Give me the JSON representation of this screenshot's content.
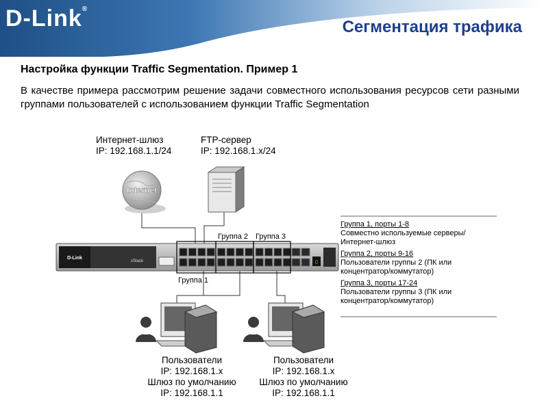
{
  "header": {
    "logo_text": "D-Link",
    "logo_reg": "®",
    "title": "Сегментация трафика",
    "brand_color": "#2a5f99"
  },
  "subtitle": "Настройка функции Traffic Segmentation. Пример 1",
  "intro": "В качестве примера рассмотрим решение задачи совместного использования ресурсов сети разными группами пользователей с использованием функции Traffic Segmentation",
  "diagram": {
    "gateway": {
      "name": "Интернет-шлюз",
      "ip": "IP: 192.168.1.1/24",
      "globe_text": "Internet"
    },
    "ftp": {
      "name": "FTP-сервер",
      "ip": "IP: 192.168.1.x/24"
    },
    "switch": {
      "brand_text": "D-Link",
      "model_text": "xStack"
    },
    "group_labels": {
      "g1": "Группа 1",
      "g2": "Группа 2",
      "g3": "Группа 3"
    },
    "users_left": {
      "l1": "Пользователи",
      "l2": "IP: 192.168.1.x",
      "l3": "Шлюз по умолчанию",
      "l4": "IP: 192.168.1.1"
    },
    "users_right": {
      "l1": "Пользователи",
      "l2": "IP: 192.168.1.x",
      "l3": "Шлюз по умолчанию",
      "l4": "IP: 192.168.1.1"
    }
  },
  "legend": [
    {
      "title": "Группа 1, порты 1-8",
      "desc": "Совместно используемые серверы/ Интернет-шлюз"
    },
    {
      "title": "Группа 2, порты 9-16",
      "desc": "Пользователи группы 2 (ПК или концентратор/коммутатор)"
    },
    {
      "title": "Группа 3, порты 17-24",
      "desc": "Пользователи группы 3 (ПК или концентратор/коммутатор)"
    }
  ]
}
